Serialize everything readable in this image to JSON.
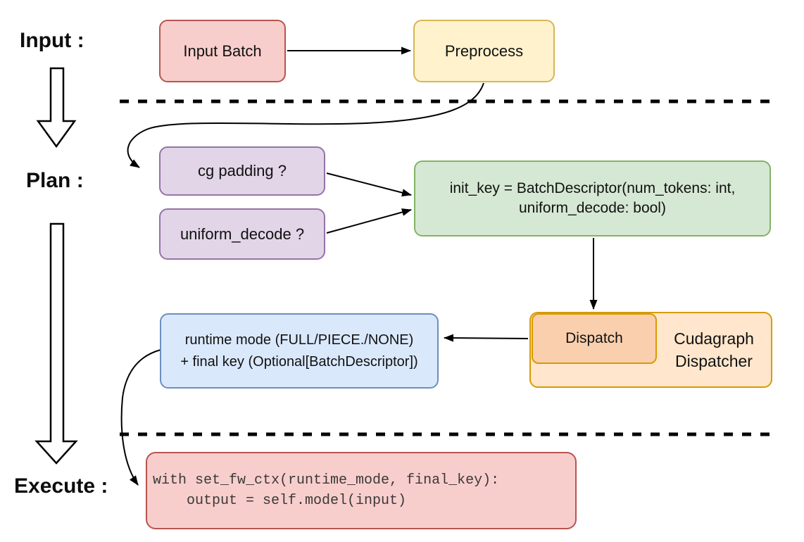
{
  "diagram": {
    "stages": {
      "input_label": "Input :",
      "plan_label": "Plan :",
      "execute_label": "Execute :"
    },
    "nodes": {
      "input_batch": {
        "label": "Input Batch"
      },
      "preprocess": {
        "label": "Preprocess"
      },
      "cg_padding": {
        "label": "cg padding ?"
      },
      "uniform_decode": {
        "label": "uniform_decode ?"
      },
      "init_key": {
        "label": "init_key = BatchDescriptor(num_tokens: int,\nuniform_decode: bool)"
      },
      "dispatch": {
        "label": "Dispatch"
      },
      "cudagraph_dispatcher": {
        "label": "Cudagraph\nDispatcher"
      },
      "runtime_mode": {
        "label": "runtime mode (FULL/PIECE./NONE)\n+ final key (Optional[BatchDescriptor])"
      },
      "execute_code": {
        "code": "with set_fw_ctx(runtime_mode, final_key):\n    output = self.model(input)"
      }
    },
    "colors": {
      "input_batch_fill": "#f8cecc",
      "input_batch_stroke": "#b85450",
      "preprocess_fill": "#fff2cc",
      "preprocess_stroke": "#d6b656",
      "plan_box_fill": "#e1d5e7",
      "plan_box_stroke": "#9673a6",
      "init_key_fill": "#d5e8d4",
      "init_key_stroke": "#82b366",
      "runtime_fill": "#dae8fc",
      "runtime_stroke": "#6c8ebf",
      "dispatcher_fill": "#ffe6cc",
      "dispatcher_stroke": "#d79b00",
      "dispatch_fill": "#f9cfae",
      "execute_code_fill": "#f8cecc",
      "execute_code_stroke": "#b85450",
      "connector": "#000000",
      "background": "#ffffff"
    }
  }
}
